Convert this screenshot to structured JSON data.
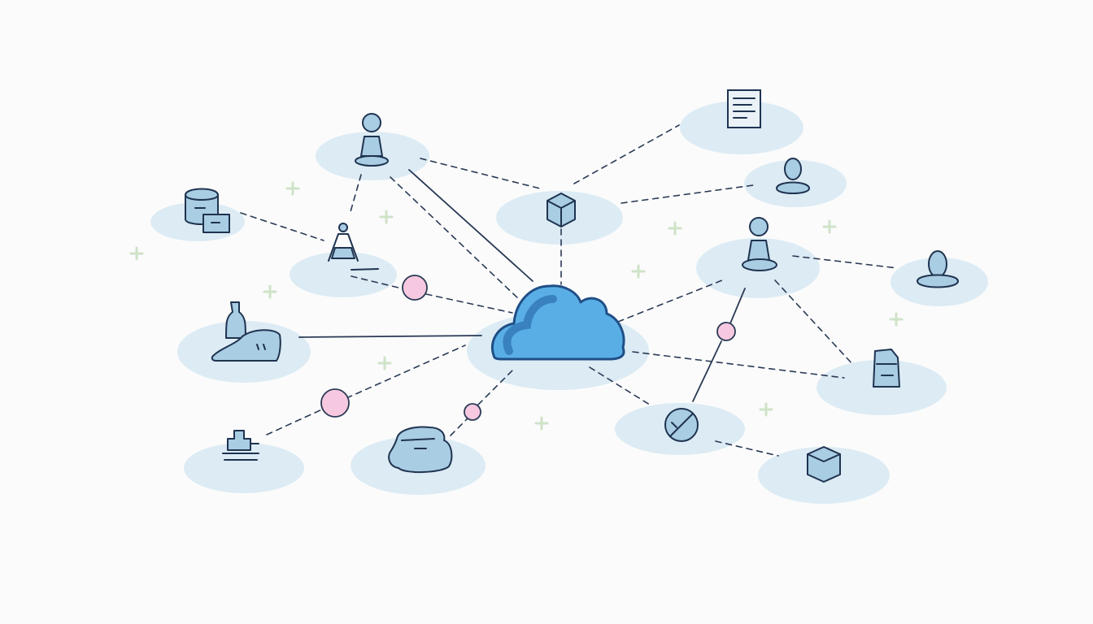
{
  "diagram": {
    "description_visible_text": "",
    "hub": {
      "icon": "cloud-icon",
      "color": "#5aaee6",
      "outline": "#1f5f9e"
    },
    "palette": {
      "node_blob": "#dcebf4",
      "icon_fill": "#a9cde3",
      "ink": "#1f3350",
      "relay_dot": "#f7c9e0",
      "sparkle": "#cfe3c8",
      "background": "#fbfbfb"
    },
    "nodes": [
      {
        "id": "user-top-left",
        "icon": "user-pawn-icon"
      },
      {
        "id": "database-left",
        "icon": "database-icon"
      },
      {
        "id": "cone-mid-left",
        "icon": "cone-user-icon"
      },
      {
        "id": "cube-top-center",
        "icon": "cube-icon"
      },
      {
        "id": "document-top-right",
        "icon": "document-icon"
      },
      {
        "id": "user-right-1",
        "icon": "user-bust-icon"
      },
      {
        "id": "user-right-2",
        "icon": "user-pawn-icon"
      },
      {
        "id": "user-far-right",
        "icon": "user-bust-icon"
      },
      {
        "id": "bottle-left",
        "icon": "bottle-pouch-icon"
      },
      {
        "id": "device-right",
        "icon": "device-icon"
      },
      {
        "id": "blocked-bottom-center",
        "icon": "blocked-icon"
      },
      {
        "id": "cube-bottom-right",
        "icon": "cube-icon"
      },
      {
        "id": "factory-bottom-left",
        "icon": "factory-icon"
      },
      {
        "id": "cloud-bottom-center",
        "icon": "cloud-outline-icon"
      }
    ],
    "relay_points": 4,
    "sparkles": 10
  }
}
